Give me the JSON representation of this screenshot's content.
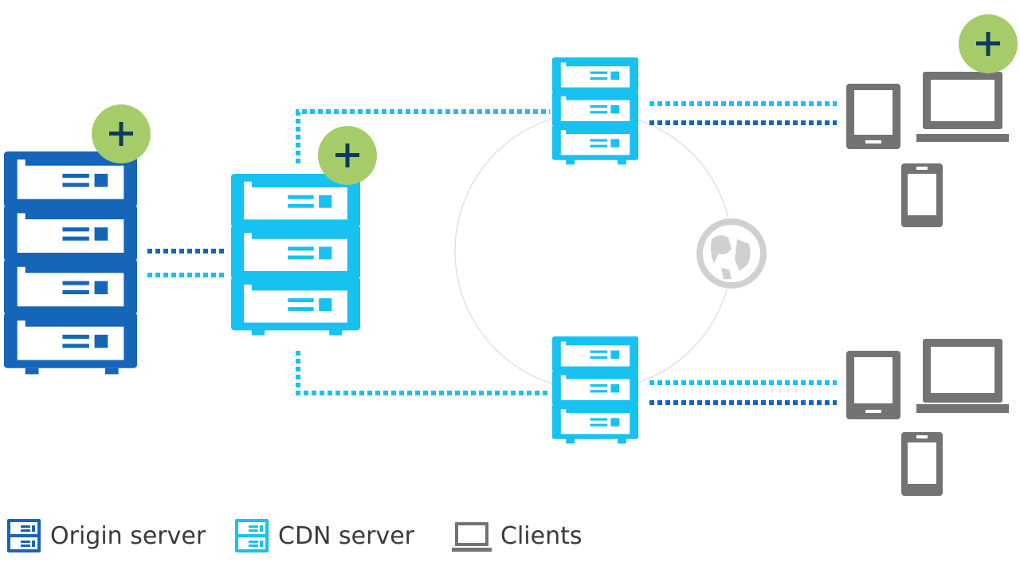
{
  "colors": {
    "origin": "#1565b8",
    "cdn": "#17c1f0",
    "client": "#737373",
    "plus_badge": "#a6cc6a",
    "plus_sign": "#0f3a5a",
    "globe": "#d0d0d0",
    "ring": "#e2e2e2"
  },
  "legend": {
    "origin_label": "Origin server",
    "cdn_label": "CDN server",
    "clients_label": "Clients"
  }
}
